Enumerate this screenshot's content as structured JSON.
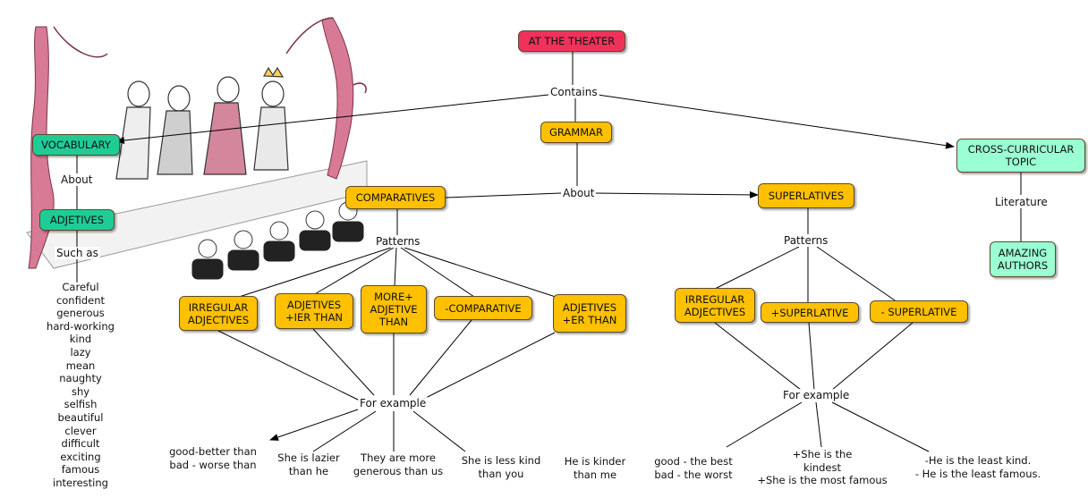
{
  "colors": {
    "root": "#f0325a",
    "grammar_nodes": "#ffc000",
    "vocabulary_nodes": "#1fcc96",
    "cross_curricular_nodes": "#9affd2",
    "line": "#000000"
  },
  "illustration": {
    "name": "theater-stage-sketch",
    "description_icon": "theater-illustration-icon"
  },
  "nodes": {
    "root": "AT THE THEATER",
    "grammar": "GRAMMAR",
    "vocabulary": "VOCABULARY",
    "adjectives": "ADJETIVES",
    "cross_curricular": "CROSS-CURRICULAR\nTOPIC",
    "amazing_authors": "AMAZING\nAUTHORS",
    "comparatives": "COMPARATIVES",
    "superlatives": "SUPERLATIVES",
    "comp_irregular": "IRREGULAR\nADJECTIVES",
    "comp_ier": "ADJETIVES\n+IER THAN",
    "comp_more": "MORE+\nADJETIVE\nTHAN",
    "comp_minus": "-COMPARATIVE",
    "comp_er": "ADJETIVES\n+ER THAN",
    "sup_irregular": "IRREGULAR\nADJECTIVES",
    "sup_plus": "+SUPERLATIVE",
    "sup_minus": "- SUPERLATIVE"
  },
  "link_labels": {
    "contains": "Contains",
    "about_vocab": "About",
    "such_as": "Such as",
    "about_grammar": "About",
    "literature": "Literature",
    "patterns_comp": "Patterns",
    "patterns_sup": "Patterns",
    "for_example_comp": "For example",
    "for_example_sup": "For example"
  },
  "adjective_list": "Careful\nconfident\ngenerous\nhard-working\nkind\nlazy\nmean\nnaughty\nshy\nselfish\nbeautiful\nclever\ndifficult\nexciting\nfamous\ninteresting",
  "examples": {
    "comp_1": "good-better than\nbad - worse than",
    "comp_2": "She is lazier\nthan he",
    "comp_3": "They are more\ngenerous than us",
    "comp_4": "She is less kind\nthan you",
    "comp_5": "He is kinder\nthan me",
    "sup_1": "good - the best\nbad - the worst",
    "sup_2": "+She is the\nkindest\n+She is the most famous",
    "sup_3": "-He is the least kind.\n- He is the least famous."
  }
}
